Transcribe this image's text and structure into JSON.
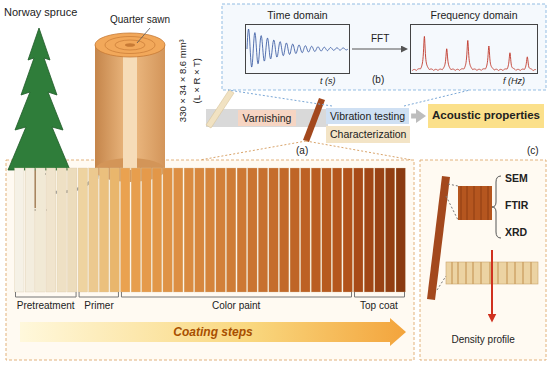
{
  "diagram": {
    "nodes": [
      {
        "text": [
          "Varnishing"
        ]
      },
      {
        "text": [
          "Vibration testing"
        ]
      },
      {
        "text": [
          "Characterization"
        ]
      },
      {
        "text": [
          "Acoustic properties"
        ]
      },
      {
        "text": [
          "Time domain"
        ]
      },
      {
        "text": [
          "Frequency domain"
        ]
      },
      {
        "text": [
          "Coating steps"
        ]
      }
    ],
    "edges": [
      {
        "from": 4,
        "to": 5,
        "arrow": "to",
        "label": "FFT"
      },
      {
        "from": 1,
        "to": 3,
        "arrow": "to"
      }
    ],
    "labels": [
      "Norway spruce",
      "Quarter sawn",
      "330 × 34 × 8.6 mm³",
      "(L × R × T)",
      "(a)",
      "(b)",
      "(c)",
      "t (s)",
      "f (Hz)",
      "Pretreatment",
      "Primer",
      "Color paint",
      "Top coat",
      "SEM",
      "FTIR",
      "XRD",
      "Density profile"
    ]
  }
}
